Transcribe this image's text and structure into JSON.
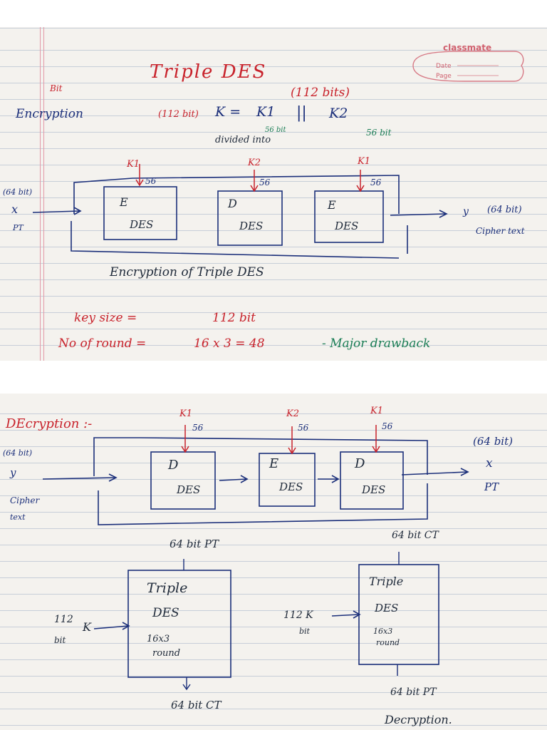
{
  "page1": {
    "logo": {
      "brand": "classmate",
      "date_label": "Date",
      "page_label": "Page"
    },
    "margin_note": "Bit",
    "title": "Triple DES",
    "key_bits_note": "(112 bits)",
    "encryption_label": "Encryption",
    "key_equation": {
      "prefix": "(112 bit)",
      "lhs": "K =",
      "k1": "K1",
      "concat": "||",
      "k2": "K2",
      "k1_bits": "56 bit",
      "k2_bits": "56 bit",
      "divided_into": "divided into"
    },
    "diagram": {
      "input_bits": "(64 bit)",
      "input_x": "x",
      "input_pt": "PT",
      "keys": [
        {
          "label": "K1",
          "bits": "56"
        },
        {
          "label": "K2",
          "bits": "56"
        },
        {
          "label": "K1",
          "bits": "56"
        }
      ],
      "blocks": [
        {
          "op": "E",
          "name": "DES"
        },
        {
          "op": "D",
          "name": "DES"
        },
        {
          "op": "E",
          "name": "DES"
        }
      ],
      "output_y": "y",
      "output_bits": "(64 bit)",
      "output_label": "Cipher text"
    },
    "caption": "Encryption of Triple DES",
    "key_size_label": "key size =",
    "key_size_value": "112 bit",
    "rounds_label": "No of round =",
    "rounds_expr": "16 x 3 = 48",
    "drawback_note": "- Major drawback"
  },
  "page2": {
    "decryption_label": "DEcryption :-",
    "keys": [
      {
        "label": "K1",
        "bits": "56"
      },
      {
        "label": "K2",
        "bits": "56"
      },
      {
        "label": "K1",
        "bits": "56"
      }
    ],
    "input_bits": "(64 bit)",
    "input_y": "y",
    "input_label_1": "Cipher",
    "input_label_2": "text",
    "blocks": [
      {
        "op": "D",
        "name": "DES"
      },
      {
        "op": "E",
        "name": "DES"
      },
      {
        "op": "D",
        "name": "DES"
      }
    ],
    "output_bits": "(64 bit)",
    "output_x": "x",
    "output_pt": "PT",
    "enc_box": {
      "top_label": "64 bit PT",
      "key_bits_1": "112",
      "key_bits_2": "bit",
      "key_k": "K",
      "title": "Triple",
      "name": "DES",
      "rounds": "16x3",
      "round_word": "round",
      "bottom_label": "64 bit CT"
    },
    "dec_box": {
      "top_label": "64 bit CT",
      "key_label": "112 K",
      "key_bits": "bit",
      "title": "Triple",
      "name": "DES",
      "rounds": "16x3",
      "round_word": "round",
      "bottom_label": "64 bit PT",
      "caption": "Decryption."
    }
  }
}
